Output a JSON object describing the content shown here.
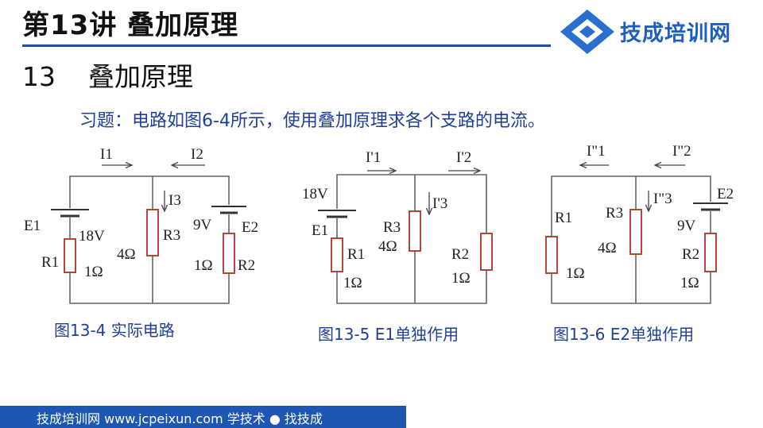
{
  "header": {
    "title": "第13讲  叠加原理"
  },
  "logo": {
    "text": "技成培训网"
  },
  "section": {
    "number": "13",
    "title": "叠加原理"
  },
  "exercise": {
    "text": "习题：电路如图6-4所示，使用叠加原理求各个支路的电流。"
  },
  "figures": [
    {
      "caption": "图13-4   实际电路",
      "labels": {
        "i1": "I1",
        "i2": "I2",
        "i3": "I3",
        "e1": "E1",
        "e1_value": "18V",
        "r1": "R1",
        "r1_value": "1Ω",
        "r3": "R3",
        "r3_value": "4Ω",
        "e2": "E2",
        "e2_value": "9V",
        "r2": "R2",
        "r2_value": "1Ω"
      }
    },
    {
      "caption": "图13-5  E1单独作用",
      "labels": {
        "i1": "I'1",
        "i2": "I'2",
        "i3": "I'3",
        "e1": "E1",
        "e1_value": "18V",
        "r1": "R1",
        "r1_value": "1Ω",
        "r3": "R3",
        "r3_value": "4Ω",
        "r2": "R2",
        "r2_value": "1Ω"
      }
    },
    {
      "caption": "图13-6  E2单独作用",
      "labels": {
        "i1": "I\"1",
        "i2": "I\"2",
        "i3": "I\"3",
        "e2": "E2",
        "e2_value": "9V",
        "r1": "R1",
        "r1_value": "1Ω",
        "r3": "R3",
        "r3_value": "4Ω",
        "r2": "R2",
        "r2_value": "1Ω"
      }
    }
  ],
  "footer": {
    "text": "技成培训网   www.jcpeixun.com    学技术 ●  找技成"
  },
  "colors": {
    "accent": "#1f4fa0",
    "resistor": "#b5473a",
    "wire": "#555555",
    "caption": "#1f3f9a",
    "footer_bg": "#1d56b3"
  }
}
